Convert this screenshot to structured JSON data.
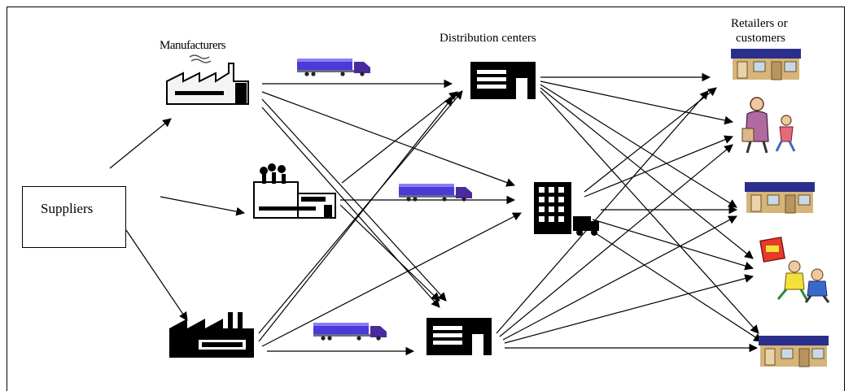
{
  "labels": {
    "manufacturers": "Manufacturers",
    "distribution_centers": "Distribution centers",
    "retailers_line1": "Retailers or",
    "retailers_line2": "customers",
    "suppliers": "Suppliers"
  },
  "colors": {
    "truck_trailer": "#4a3ad8",
    "truck_cab": "#4b2a9e",
    "store_roof": "#2b2f8c",
    "store_wall": "#d6b47a",
    "ink": "#000000"
  },
  "icons": {
    "manufacturer_1": "factory-outline-icon",
    "manufacturer_2": "factory-smoking-icon",
    "manufacturer_3": "factory-solid-icon",
    "dc_1": "warehouse-icon",
    "dc_2": "office-building-truck-icon",
    "dc_3": "warehouse-icon",
    "retailer_1": "store-icon",
    "customer_1": "shopper-family-icon",
    "retailer_2": "store-icon",
    "customer_2": "shopper-sale-icon",
    "retailer_3": "store-icon",
    "trucks": "delivery-truck-icon"
  }
}
